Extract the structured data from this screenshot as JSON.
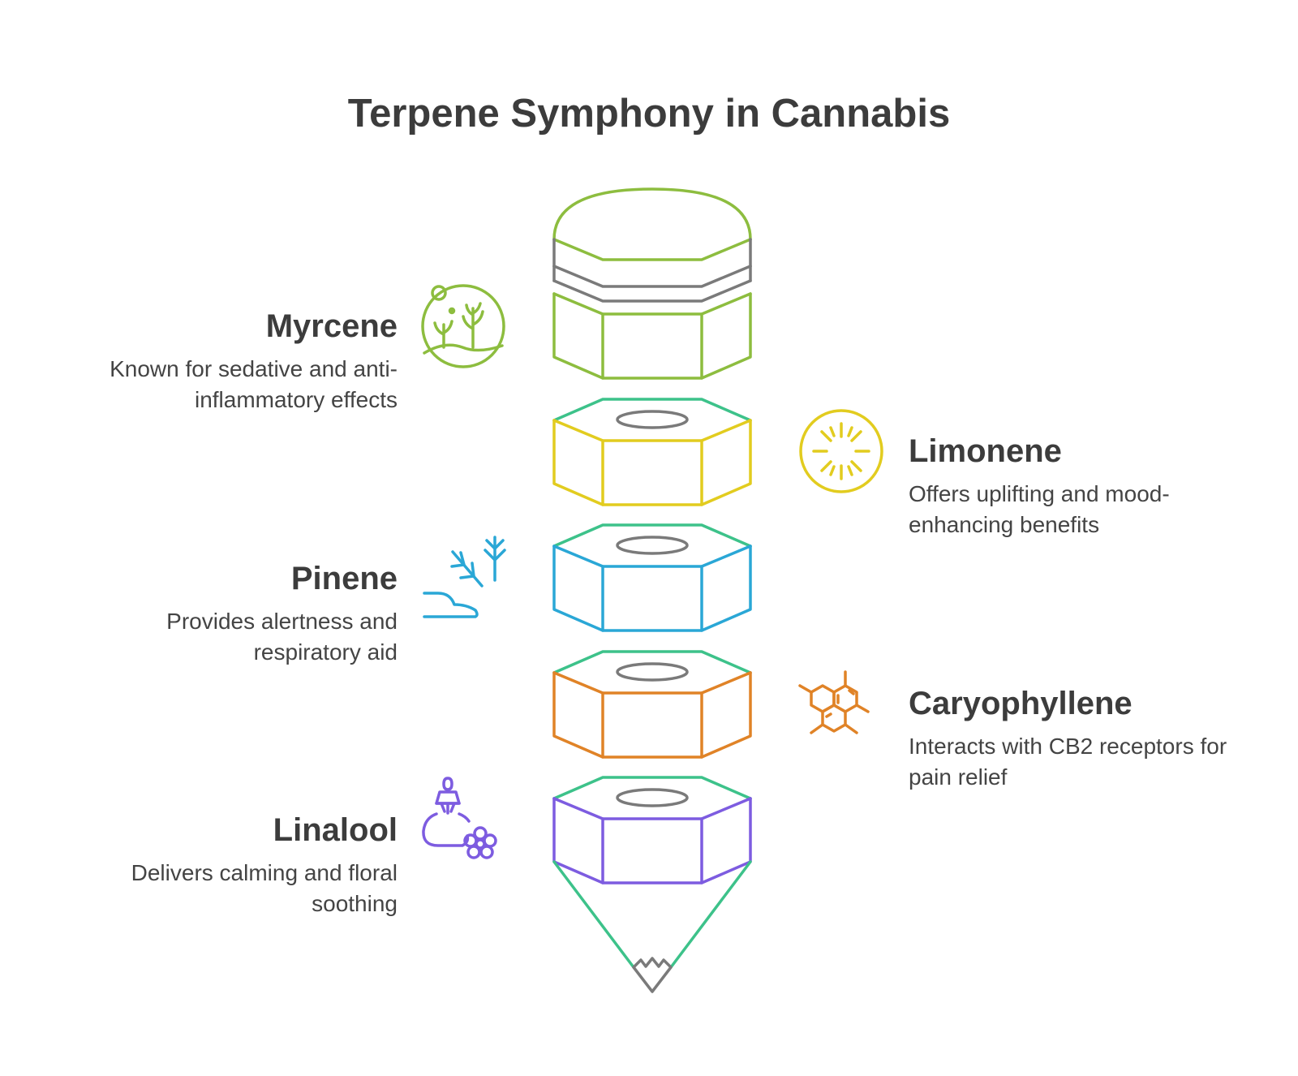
{
  "title": "Terpene Symphony in Cannabis",
  "colors": {
    "myrcene": "#8dbd3f",
    "limonene": "#e2cc1f",
    "pinene": "#2aa7d6",
    "caryophyllene": "#e08327",
    "linalool": "#7d5ce0",
    "rim": "#3dc28a",
    "gray": "#7a7a7a",
    "text": "#3c3c3c"
  },
  "terpenes": [
    {
      "name": "Myrcene",
      "description": "Known for sedative and anti-inflammatory effects",
      "icon": "plant-sprouts-icon"
    },
    {
      "name": "Limonene",
      "description": "Offers uplifting and mood-enhancing benefits",
      "icon": "citrus-slice-icon"
    },
    {
      "name": "Pinene",
      "description": "Provides alertness and respiratory aid",
      "icon": "pine-sprigs-icon"
    },
    {
      "name": "Caryophyllene",
      "description": "Interacts with CB2 receptors for pain relief",
      "icon": "molecule-hexagons-icon"
    },
    {
      "name": "Linalool",
      "description": "Delivers calming and floral soothing",
      "icon": "lavender-flower-icon"
    }
  ]
}
